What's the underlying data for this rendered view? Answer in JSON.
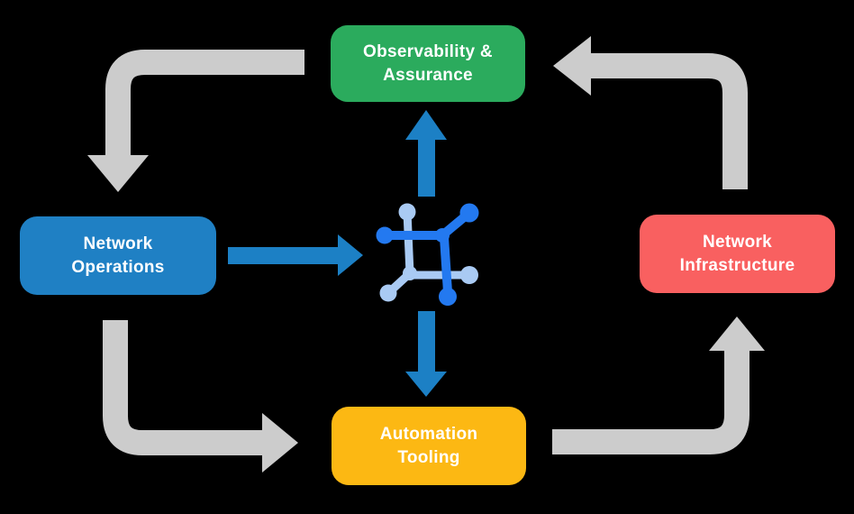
{
  "background_color": "#000000",
  "colors": {
    "gray_arrow": "#CCCCCC",
    "blue_arrow": "#1C80C5",
    "icon_dark_blue": "#2379F0",
    "icon_light_blue": "#A9CAF3",
    "text": "#FFFFFF"
  },
  "icons": {
    "center_icon": "network-mesh-icon"
  },
  "nodes": {
    "observability": {
      "line1": "Observability &",
      "line2": "Assurance",
      "color": "#2BAB5D"
    },
    "operations": {
      "line1": "Network",
      "line2": "Operations",
      "color": "#1F80C4"
    },
    "infrastructure": {
      "line1": "Network",
      "line2": "Infrastructure",
      "color": "#F96060"
    },
    "automation": {
      "line1": "Automation",
      "line2": "Tooling",
      "color": "#FCB813"
    }
  }
}
